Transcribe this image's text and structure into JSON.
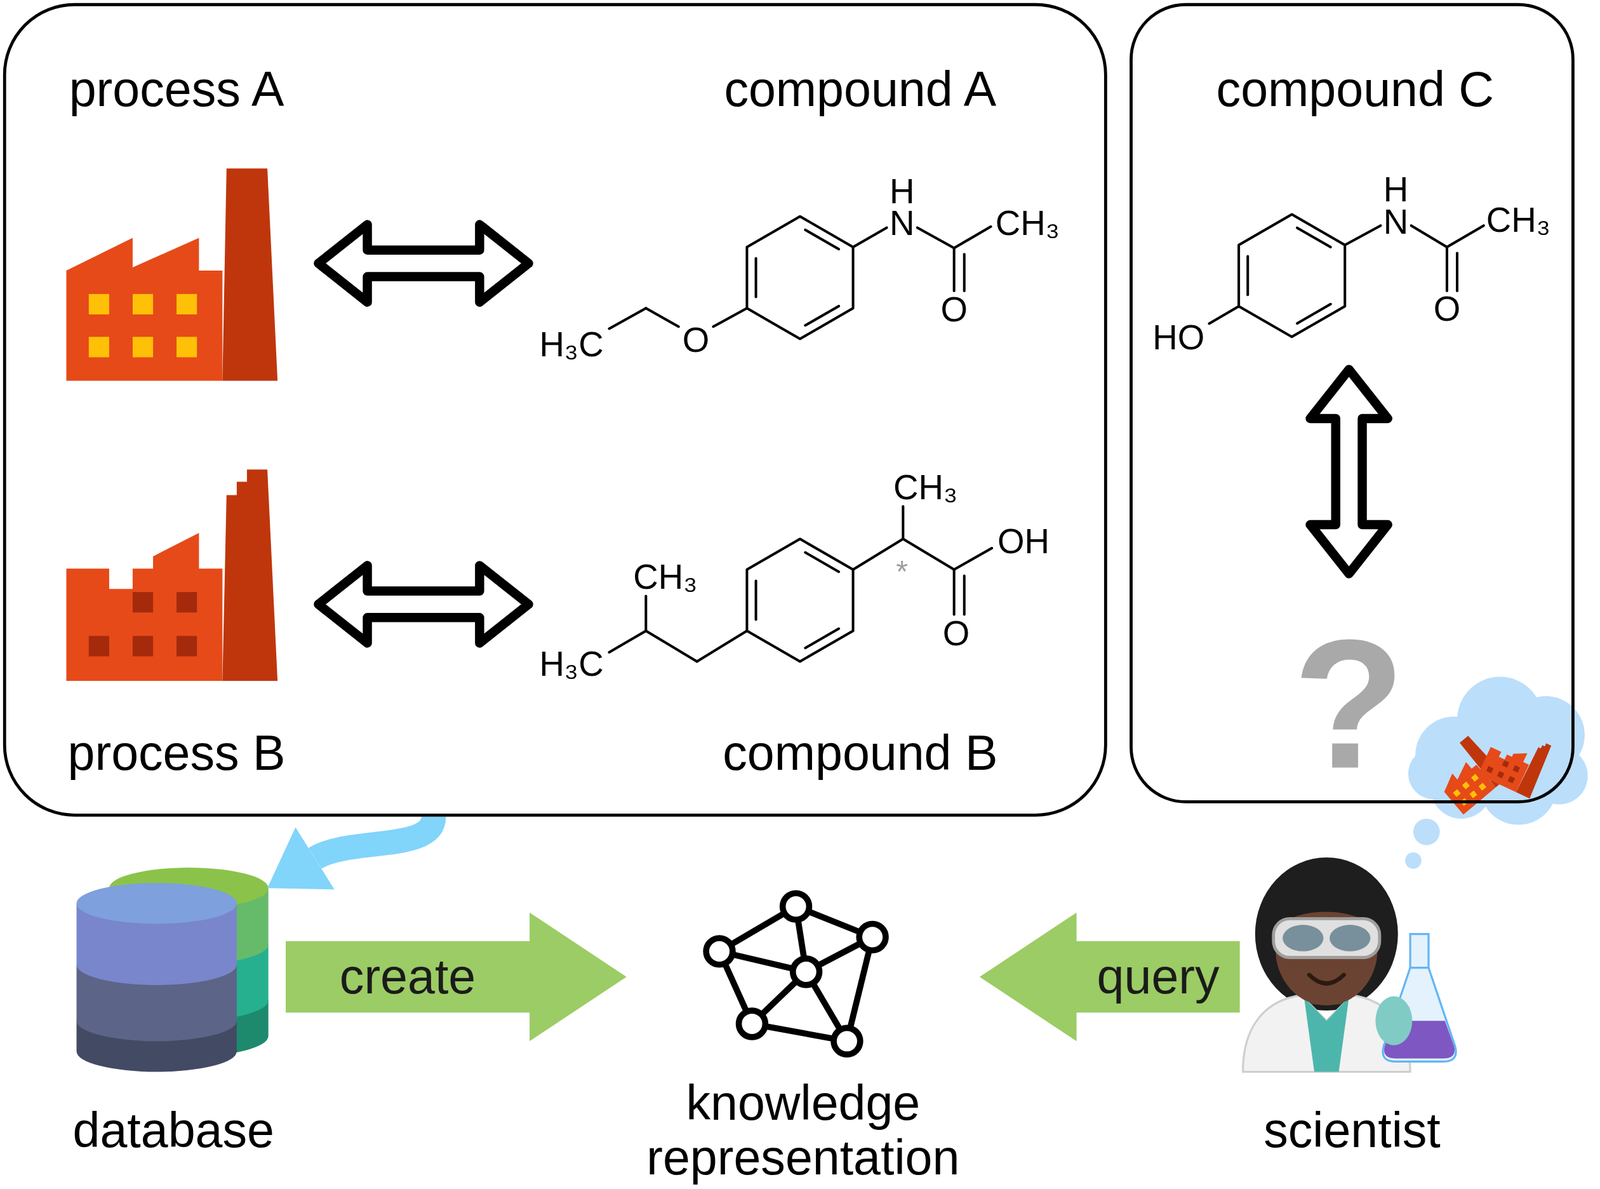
{
  "diagram": {
    "nodes": [
      {
        "text": [
          "process A",
          "compound A",
          "process B",
          "compound B"
        ]
      },
      {
        "text": [
          "compound C"
        ]
      },
      {
        "text": [
          "database"
        ]
      },
      {
        "text": [
          "knowledge representation"
        ]
      },
      {
        "text": [
          "scientist"
        ]
      }
    ],
    "edges": [
      {
        "from": 0,
        "to": 2,
        "arrow": "to"
      },
      {
        "from": 2,
        "to": 3,
        "label": "create",
        "arrow": "to"
      },
      {
        "from": 4,
        "to": 3,
        "label": "query",
        "arrow": "to"
      }
    ],
    "labels": [
      "H",
      "N",
      "CH₃",
      "H₃C",
      "O",
      "O",
      "CH₃",
      "OH",
      "*",
      "CH₃",
      "H₃C",
      "O",
      "H",
      "N",
      "CH₃",
      "HO",
      "O",
      "?"
    ]
  }
}
